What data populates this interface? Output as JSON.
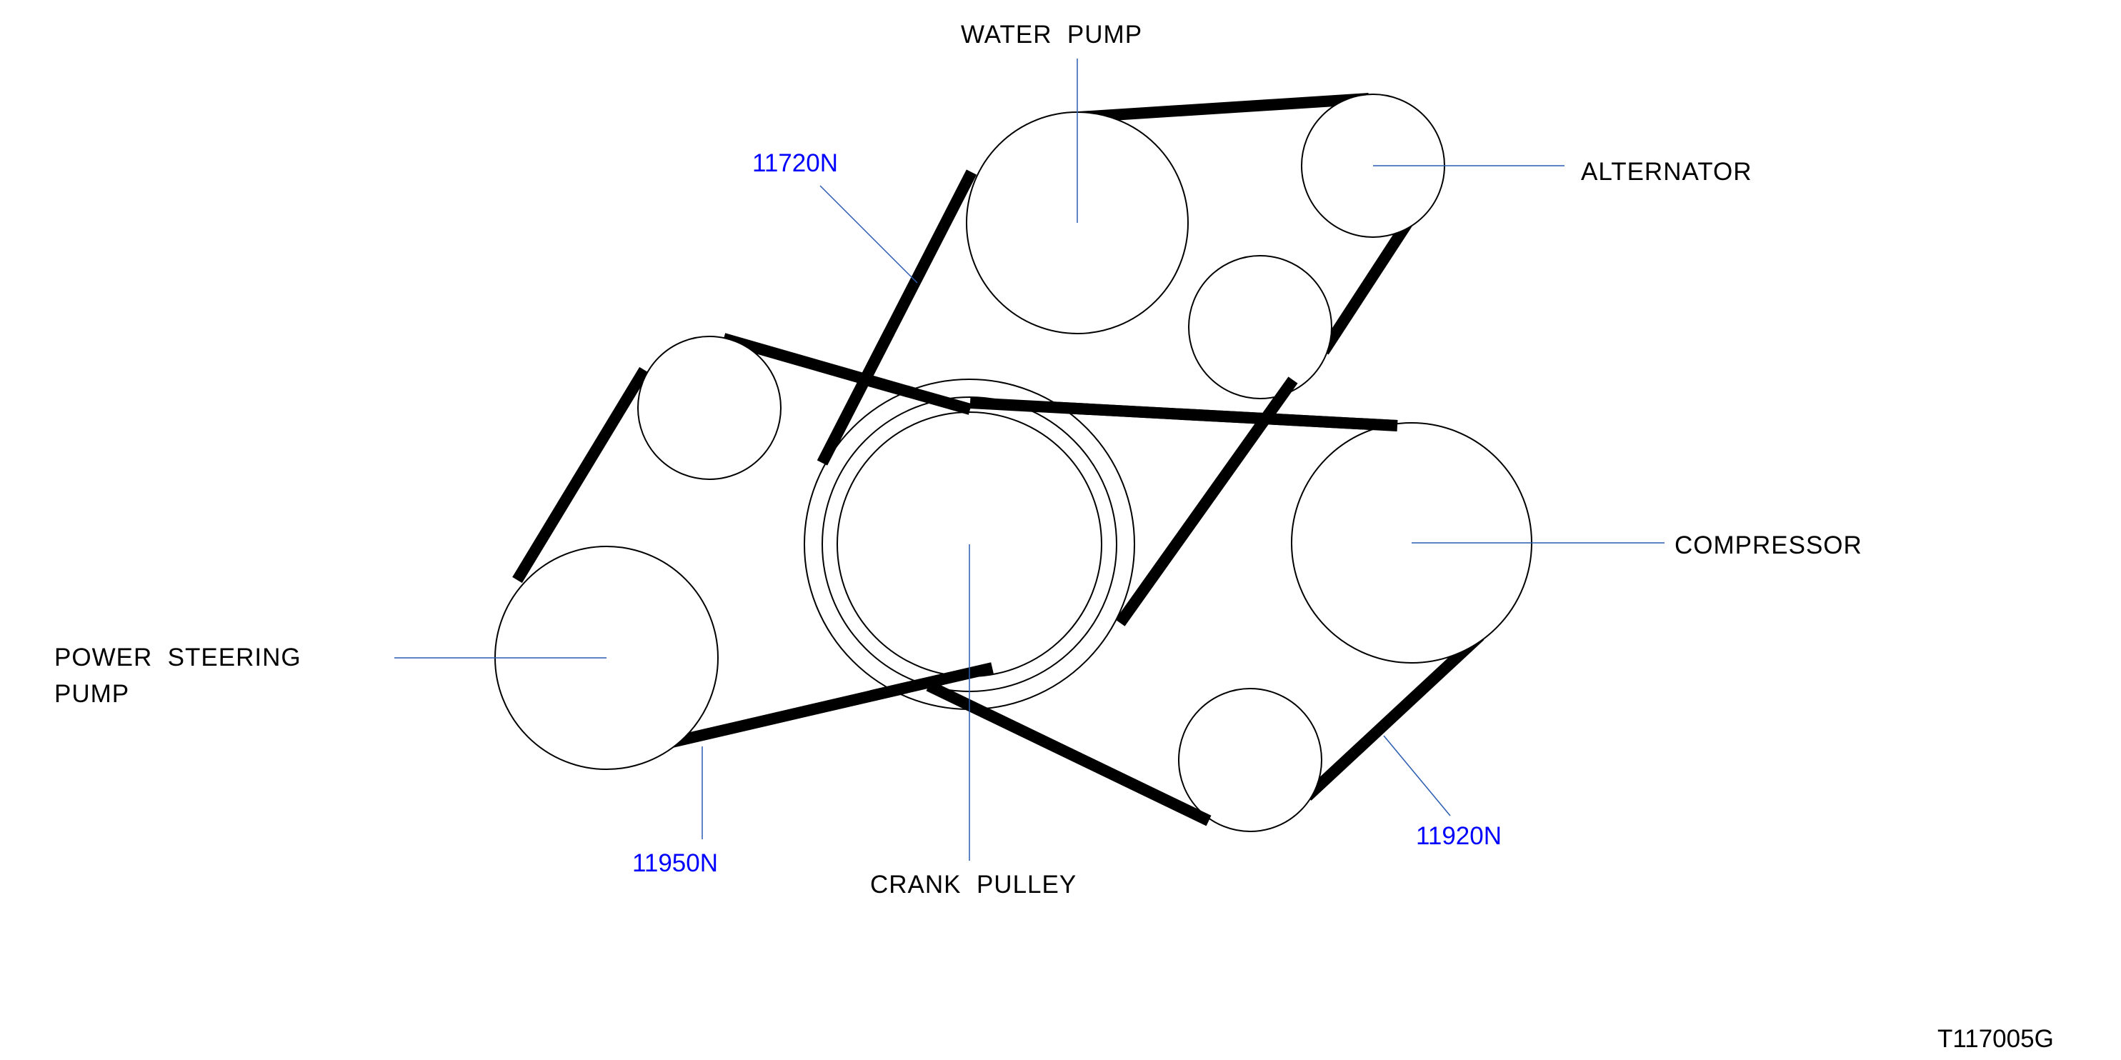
{
  "labels": {
    "water_pump": "WATER  PUMP",
    "alternator": "ALTERNATOR",
    "compressor": "COMPRESSOR",
    "power_steering_line1": "POWER  STEERING",
    "power_steering_line2": "PUMP",
    "crank_pulley": "CRANK  PULLEY"
  },
  "belt_specs": {
    "water_pump_belt": "11720N",
    "power_steering_belt": "11950N",
    "compressor_belt": "11920N"
  },
  "figure_id": "T117005G",
  "colors": {
    "belt": "#000000",
    "pulley_outline": "#000000",
    "leader_line": "#2a5db0",
    "spec_text": "#0000ff",
    "label_text": "#000000"
  }
}
